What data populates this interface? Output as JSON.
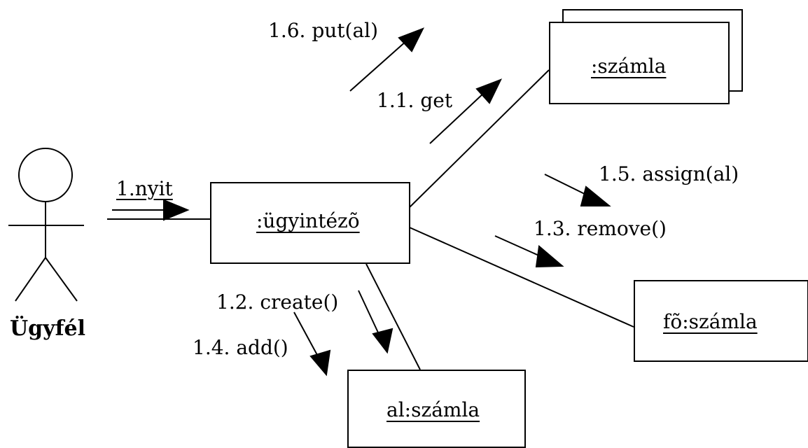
{
  "actor": {
    "name": "Ügyfél"
  },
  "objects": {
    "szamla": ":számla",
    "ugyintezo": ":ügyintézõ",
    "fo_szamla": "fõ:számla",
    "al_szamla": "al:számla"
  },
  "messages": {
    "nyit": "1.nyit",
    "get": "1.1. get",
    "create": "1.2. create()",
    "remove": "1.3. remove()",
    "add": "1.4. add()",
    "assign": "1.5. assign(al)",
    "put": "1.6. put(al)"
  }
}
